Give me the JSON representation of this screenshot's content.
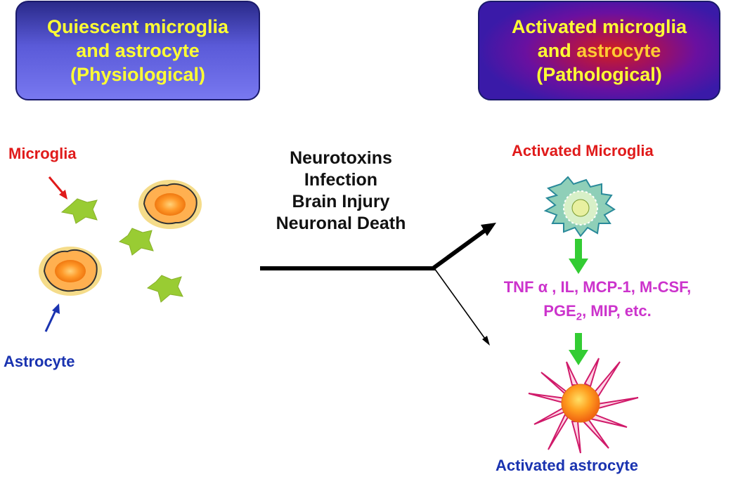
{
  "header_left": {
    "line1": "Quiescent microglia",
    "line2": "and astrocyte",
    "line3": "(Physiological)"
  },
  "header_right": {
    "line1": "Activated microglia",
    "line2_a": "and ",
    "line2_b": "astrocyte",
    "line3": "(Pathological)"
  },
  "labels": {
    "microglia": "Microglia",
    "astrocyte": "Astrocyte",
    "activated_microglia": "Activated Microglia",
    "activated_astrocyte": "Activated astrocyte"
  },
  "stimuli": [
    "Neurotoxins",
    "Infection",
    "Brain Injury",
    "Neuronal Death"
  ],
  "cytokines": {
    "line1": "TNF α , IL, MCP-1, M-CSF,",
    "line2_a": "PGE",
    "line2_sub": "2",
    "line2_b": ", MIP, etc."
  },
  "colors": {
    "microglia_label": "#e01a1a",
    "astrocyte_label": "#1a33b0",
    "header_text": "#ffff33",
    "cytokine_text": "#cc33cc",
    "flow_arrow": "#33cc33",
    "microglia_cell": "#99cc33",
    "astrocyte_halo": "#f5dc8a",
    "astrocyte_nucleus": "#ff8c1a"
  }
}
